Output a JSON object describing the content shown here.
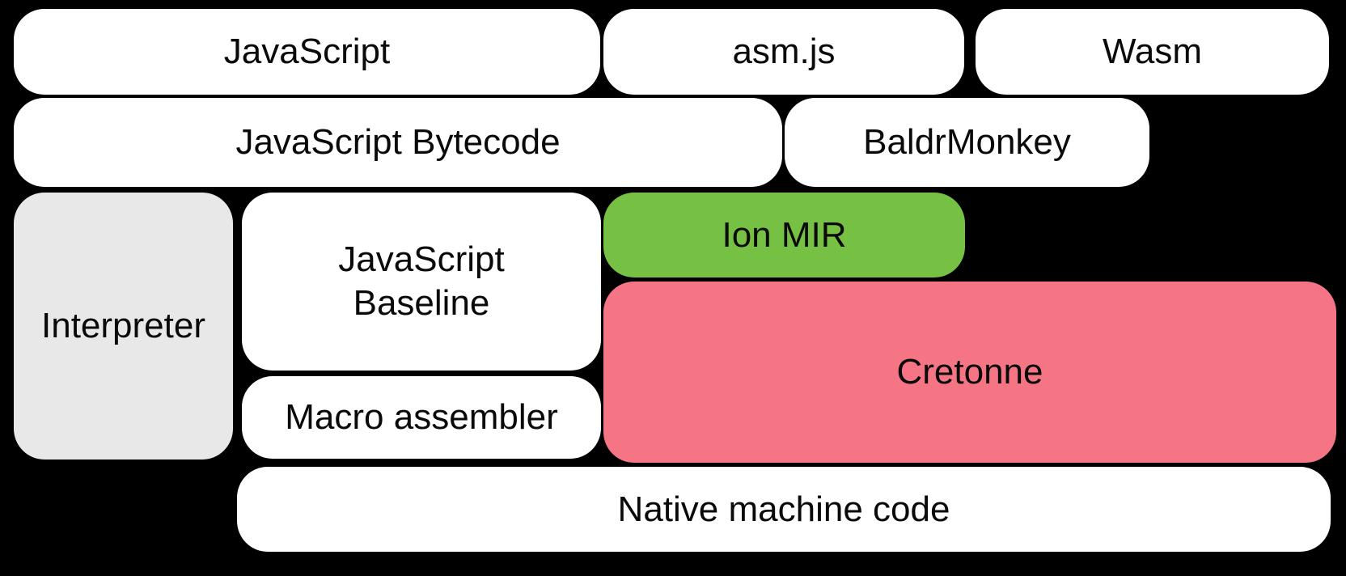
{
  "diagram": {
    "title": "SpiderMonkey compiler pipeline diagram",
    "background_color": "#000000",
    "default_block_color": "#ffffff",
    "text_color": "#0a0a0a",
    "blocks": [
      {
        "id": "javascript",
        "label": "JavaScript",
        "color": "#ffffff",
        "row": 1
      },
      {
        "id": "asmjs",
        "label": "asm.js",
        "color": "#ffffff",
        "row": 1
      },
      {
        "id": "wasm",
        "label": "Wasm",
        "color": "#ffffff",
        "row": 1
      },
      {
        "id": "javascript-bytecode",
        "label": "JavaScript Bytecode",
        "color": "#ffffff",
        "row": 2
      },
      {
        "id": "baldrmonkey",
        "label": "BaldrMonkey",
        "color": "#ffffff",
        "row": 2
      },
      {
        "id": "interpreter",
        "label": "Interpreter",
        "color": "#e8e8e8",
        "row": 3
      },
      {
        "id": "javascript-baseline",
        "label": "JavaScript Baseline",
        "color": "#ffffff",
        "row": 3
      },
      {
        "id": "ion-mir",
        "label": "Ion MIR",
        "color": "#76c043",
        "row": 3
      },
      {
        "id": "cretonne",
        "label": "Cretonne",
        "color": "#f57584",
        "row": 3
      },
      {
        "id": "macro-assembler",
        "label": "Macro assembler",
        "color": "#ffffff",
        "row": 3
      },
      {
        "id": "native-machine-code",
        "label": "Native machine code",
        "color": "#ffffff",
        "row": 4
      }
    ]
  }
}
